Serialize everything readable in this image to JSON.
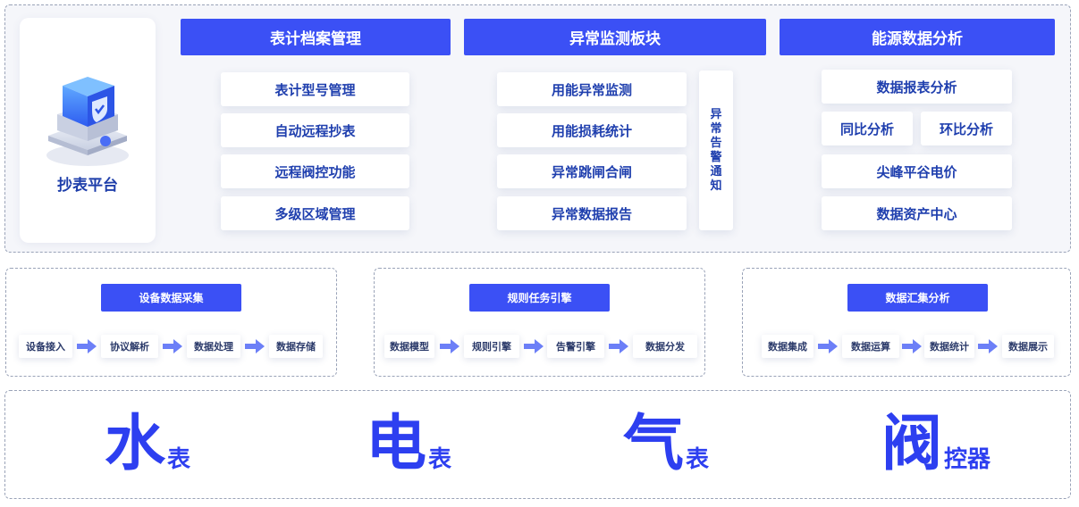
{
  "platform": {
    "label": "抄表平台",
    "icon": "server-shield-icon"
  },
  "modules": [
    {
      "title": "表计档案管理",
      "items": [
        "表计型号管理",
        "自动远程抄表",
        "远程阀控功能",
        "多级区域管理"
      ]
    },
    {
      "title": "异常监测板块",
      "items": [
        "用能异常监测",
        "用能损耗统计",
        "异常跳闸合闸",
        "异常数据报告"
      ],
      "side": "异常告警通知"
    },
    {
      "title": "能源数据分析",
      "items": [
        "数据报表分析",
        "同比分析",
        "环比分析",
        "尖峰平谷电价",
        "数据资产中心"
      ]
    }
  ],
  "flows": [
    {
      "title": "设备数据采集",
      "steps": [
        "设备接入",
        "协议解析",
        "数据处理",
        "数据存储"
      ]
    },
    {
      "title": "规则任务引擎",
      "steps": [
        "数据模型",
        "规则引擎",
        "告警引擎",
        "数据分发"
      ]
    },
    {
      "title": "数据汇集分析",
      "steps": [
        "数据集成",
        "数据运算",
        "数据统计",
        "数据展示"
      ]
    }
  ],
  "devices": [
    {
      "big": "水",
      "small": "表"
    },
    {
      "big": "电",
      "small": "表"
    },
    {
      "big": "气",
      "small": "表"
    },
    {
      "big": "阀",
      "small": "控器"
    }
  ],
  "colors": {
    "primary": "#3b50f5",
    "text": "#1f3fae",
    "panel": "#f5f6fa"
  }
}
